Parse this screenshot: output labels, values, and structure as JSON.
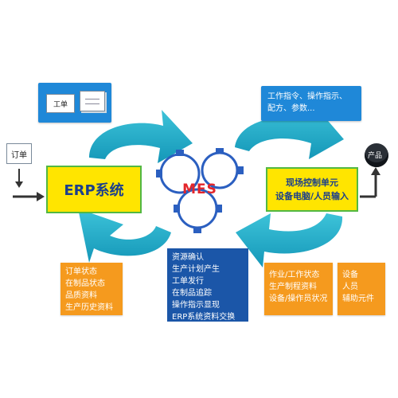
{
  "top_left": {
    "doc_label": "工单"
  },
  "order_label": "订单",
  "erp": {
    "label": "ERP系统"
  },
  "mes": {
    "label": "MES"
  },
  "top_right": {
    "line1": "工作指令、操作指示、",
    "line2": "配方、参数..."
  },
  "field_unit": {
    "line1": "现场控制单元",
    "line2": "设备电脑/人员输入"
  },
  "product_label": "产品",
  "bottom_left": {
    "items": [
      "订单状态",
      "在制品状态",
      "品质资料",
      "生产历史资料"
    ]
  },
  "bottom_center": {
    "items": [
      "资源确认",
      "生产计划产生",
      "工单发行",
      "在制品追踪",
      "操作指示显现",
      "ERP系统资料交换"
    ]
  },
  "bottom_right_a": {
    "items": [
      "作业/工作状态",
      "生产制程资料",
      "设备/操作员状况"
    ]
  },
  "bottom_right_b": {
    "items": [
      "设备",
      "人员",
      "辅助元件"
    ]
  },
  "colors": {
    "arrow_teal": "#1aa8c4",
    "box_blue": "#1f88d8",
    "box_orange": "#f59a1e",
    "box_navy": "#1b56a8",
    "erp_yellow": "#ffe500",
    "border_green": "#52b842"
  }
}
